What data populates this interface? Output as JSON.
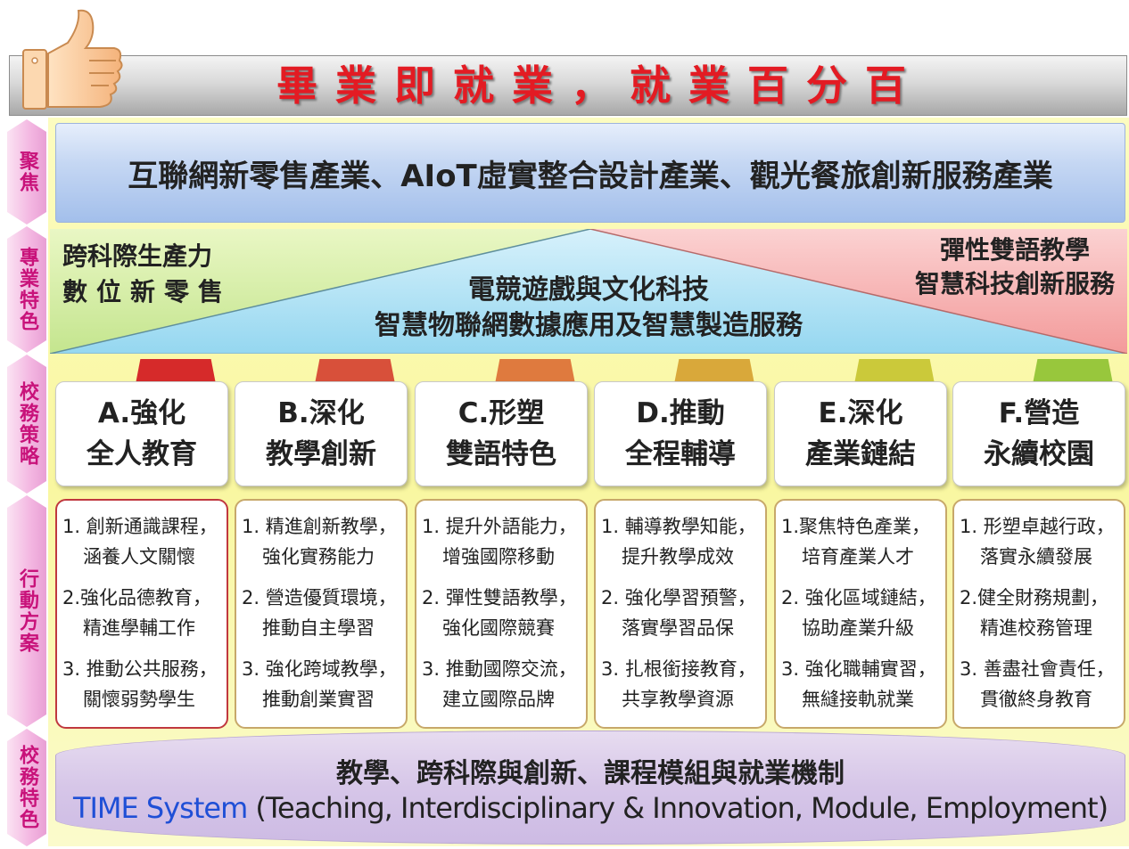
{
  "title": "畢業即就業，就業百分百",
  "left_tags": [
    "聚焦",
    "專業特色",
    "校務策略",
    "行動方案",
    "校務特色"
  ],
  "focus": "互聯網新零售產業、AIoT虛實整合設計產業、觀光餐旅創新服務產業",
  "specialty": {
    "left_line1": "跨科際生產力",
    "left_line2": "數位新零售",
    "center_line1": "電競遊戲與文化科技",
    "center_line2": "智慧物聯網數據應用及智慧製造服務",
    "right_line1": "彈性雙語教學",
    "right_line2": "智慧科技創新服務"
  },
  "tab_colors": [
    "#d62a2a",
    "#d8503a",
    "#df7a3e",
    "#d9a83a",
    "#cbc93a",
    "#98c73c"
  ],
  "strategies": [
    {
      "line1": "A.強化",
      "line2": "全人教育"
    },
    {
      "line1": "B.深化",
      "line2": "教學創新"
    },
    {
      "line1": "C.形塑",
      "line2": "雙語特色"
    },
    {
      "line1": "D.推動",
      "line2": "全程輔導"
    },
    {
      "line1": "E.深化",
      "line2": "產業鏈結"
    },
    {
      "line1": "F.營造",
      "line2": "永續校園"
    }
  ],
  "actions": [
    [
      {
        "l1": "1. 創新通識課程，",
        "l2": "涵養人文關懷"
      },
      {
        "l1": "2.強化品德教育，",
        "l2": "精進學輔工作"
      },
      {
        "l1": "3. 推動公共服務，",
        "l2": "關懷弱勢學生"
      }
    ],
    [
      {
        "l1": "1. 精進創新教學，",
        "l2": "強化實務能力"
      },
      {
        "l1": "2. 營造優質環境，",
        "l2": "推動自主學習"
      },
      {
        "l1": "3. 強化跨域教學，",
        "l2": "推動創業實習"
      }
    ],
    [
      {
        "l1": "1. 提升外語能力，",
        "l2": "增強國際移動"
      },
      {
        "l1": "2. 彈性雙語教學，",
        "l2": "強化國際競賽"
      },
      {
        "l1": "3. 推動國際交流，",
        "l2": "建立國際品牌"
      }
    ],
    [
      {
        "l1": "1. 輔導教學知能，",
        "l2": "提升教學成效"
      },
      {
        "l1": "2. 強化學習預警，",
        "l2": "落實學習品保"
      },
      {
        "l1": "3. 扎根銜接教育，",
        "l2": "共享教學資源"
      }
    ],
    [
      {
        "l1": "1.聚焦特色產業，",
        "l2": "培育產業人才"
      },
      {
        "l1": "2. 強化區域鏈結，",
        "l2": "協助產業升級"
      },
      {
        "l1": "3. 強化職輔實習，",
        "l2": "無縫接軌就業"
      }
    ],
    [
      {
        "l1": "1. 形塑卓越行政，",
        "l2": "落實永續發展"
      },
      {
        "l1": "2.健全財務規劃，",
        "l2": "精進校務管理"
      },
      {
        "l1": "3. 善盡社會責任，",
        "l2": "貫徹終身教育"
      }
    ]
  ],
  "bottom": {
    "line1": "教學、跨科際與創新、課程模組與就業機制",
    "highlight": "TIME System",
    "line2_rest": " (Teaching, Interdisciplinary & Innovation, Module, Employment)"
  }
}
